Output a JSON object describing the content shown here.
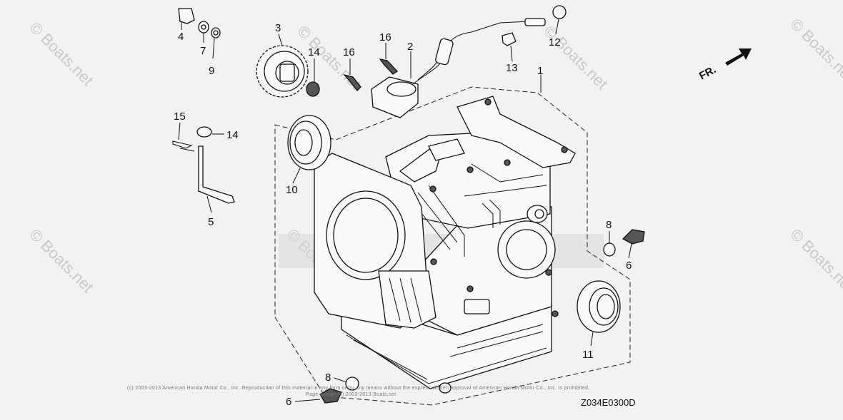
{
  "labels": {
    "l1": "1",
    "l2": "2",
    "l3": "3",
    "l4": "4",
    "l5": "5",
    "l6a": "6",
    "l6b": "6",
    "l7": "7",
    "l8a": "8",
    "l8b": "8",
    "l9": "9",
    "l10": "10",
    "l11": "11",
    "l12": "12",
    "l13": "13",
    "l14a": "14",
    "l14b": "14",
    "l15": "15",
    "l16a": "16",
    "l16b": "16"
  },
  "direction_label": "FR.",
  "diagram_code": "Z034E0300D",
  "watermark": "© Boats.net",
  "copyright_line1": "(c) 2003-2013 American Honda Motor Co., Inc. Reproduction of this material in any form or by any means without the express written approval of American Honda Motor Co., Inc. is prohibited.",
  "copyright_line2": "Page design (c) 2003-2013 Boats.net"
}
